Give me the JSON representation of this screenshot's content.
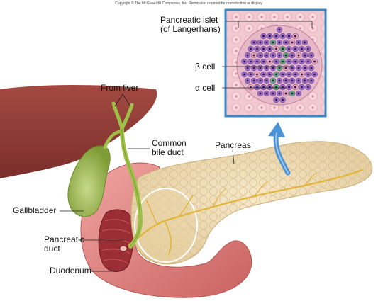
{
  "copyright": "Copyright © The McGraw-Hill Companies, Inc. Permission required for reproduction or display.",
  "labels": {
    "pancreatic_islet_line1": "Pancreatic islet",
    "pancreatic_islet_line2": "(of Langerhans)",
    "beta_cell": "β cell",
    "alpha_cell": "α cell",
    "from_liver": "From liver",
    "common_bile_duct_line1": "Common",
    "common_bile_duct_line2": "bile duct",
    "pancreas": "Pancreas",
    "gallbladder": "Gallbladder",
    "pancreatic_duct_line1": "Pancreatic",
    "pancreatic_duct_line2": "duct",
    "duodenum": "Duodenum"
  },
  "colors": {
    "liver": "#8e3b36",
    "gallbladder": "#9ab84e",
    "duct": "#a8c84a",
    "pancreas": "#eedcb2",
    "duodenum": "#e38d8b",
    "inset_border": "#3a87c8",
    "arrow": "#4b93d4"
  }
}
